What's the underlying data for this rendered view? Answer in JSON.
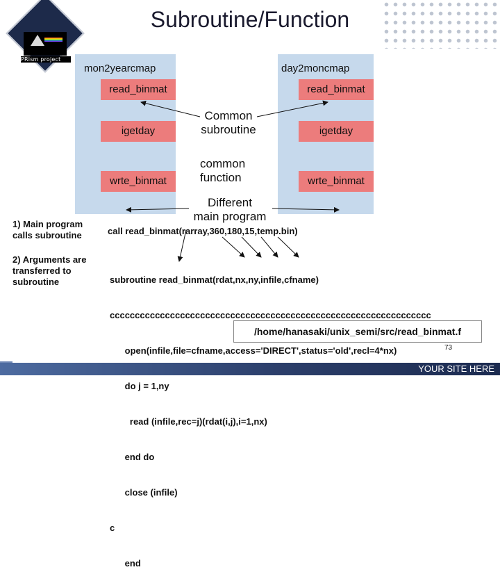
{
  "slide": {
    "title": "Subroutine/Function",
    "logo_text": "PRism project",
    "footer": "YOUR SITE HERE",
    "page_number": "73"
  },
  "programs": {
    "left": {
      "name": "mon2yearcmap",
      "boxes": [
        "read_binmat",
        "igetday",
        "wrte_binmat"
      ]
    },
    "right": {
      "name": "day2moncmap",
      "boxes": [
        "read_binmat",
        "igetday",
        "wrte_binmat"
      ]
    }
  },
  "middle_labels": {
    "common_subroutine": [
      "Common",
      "subroutine"
    ],
    "common_function": [
      "common",
      "function"
    ],
    "different_program": [
      "Different",
      "main program"
    ]
  },
  "notes": {
    "note1": [
      "1) Main program",
      "calls subroutine"
    ],
    "note2": [
      "2) Arguments are",
      "transferred to",
      "subroutine"
    ]
  },
  "code": {
    "call_line": "call read_binmat(rarray,360,180,15,temp.bin)",
    "lines": [
      "subroutine read_binmat(rdat,nx,ny,infile,cfname)",
      "cccccccccccccccccccccccccccccccccccccccccccccccccccccccccccccccc",
      "      open(infile,file=cfname,access='DIRECT',status='old',recl=4*nx)",
      "      do j = 1,ny",
      "        read (infile,rec=j)(rdat(i,j),i=1,nx)",
      "      end do",
      "      close (infile)",
      "c",
      "      end"
    ],
    "path": "/home/hanasaki/unix_semi/src/read_binmat.f"
  },
  "colors": {
    "panel": "#c6d9ec",
    "box": "#ec7c7c",
    "bar": "#2c3f6b"
  }
}
